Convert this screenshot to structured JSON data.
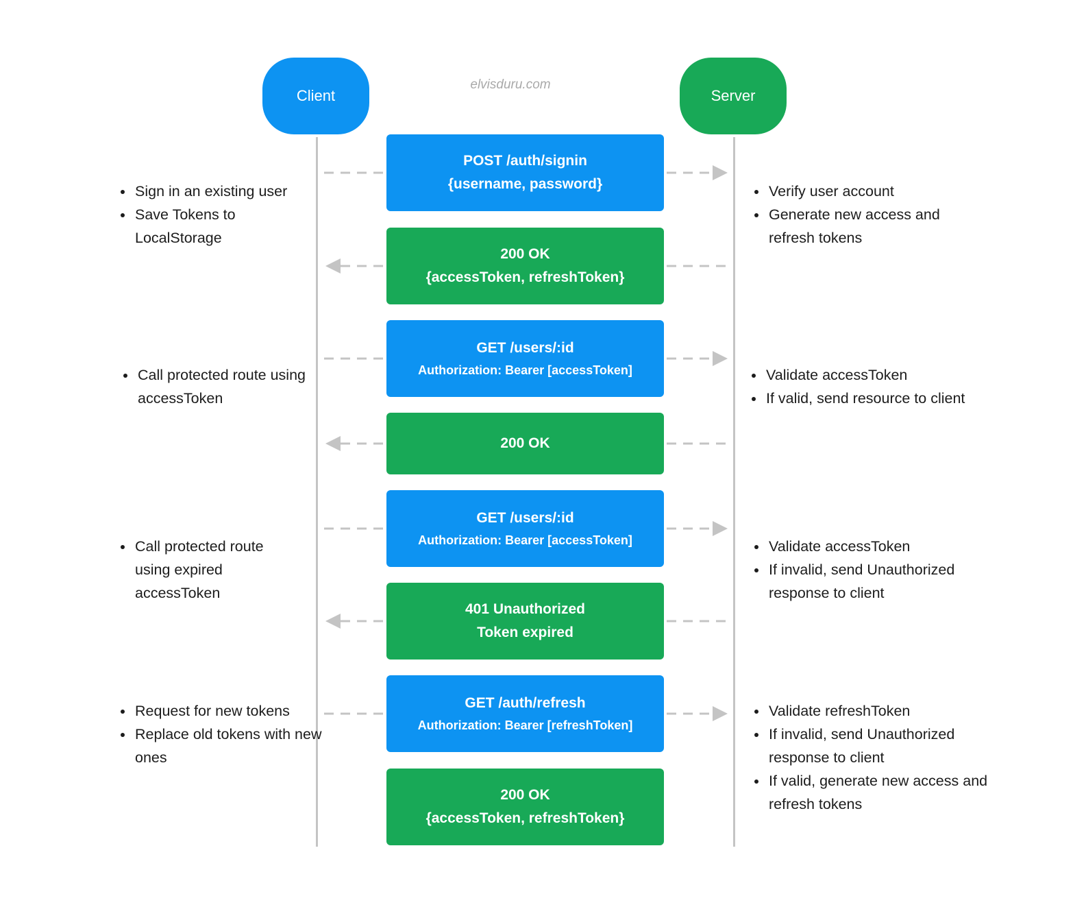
{
  "watermark": "elvisduru.com",
  "actors": {
    "client": "Client",
    "server": "Server"
  },
  "messages": [
    {
      "line1": "POST /auth/signin",
      "line2": "{username, password}"
    },
    {
      "line1": "200 OK",
      "line2": "{accessToken, refreshToken}"
    },
    {
      "line1": "GET /users/:id",
      "line2": "Authorization: Bearer [accessToken]"
    },
    {
      "line1": "200 OK"
    },
    {
      "line1": "GET /users/:id",
      "line2": "Authorization: Bearer [accessToken]"
    },
    {
      "line1": "401 Unauthorized",
      "line2": "Token expired"
    },
    {
      "line1": "GET /auth/refresh",
      "line2": "Authorization: Bearer [refreshToken]"
    },
    {
      "line1": "200 OK",
      "line2": "{accessToken, refreshToken}"
    }
  ],
  "client_notes": [
    [
      "Sign in an existing user",
      "Save Tokens to LocalStorage"
    ],
    [
      "Call protected route using accessToken"
    ],
    [
      "Call protected route using expired accessToken"
    ],
    [
      "Request for new tokens",
      "Replace old tokens with new ones"
    ]
  ],
  "server_notes": [
    [
      "Verify user account",
      "Generate new access and refresh tokens"
    ],
    [
      "Validate accessToken",
      "If valid, send resource to client"
    ],
    [
      "Validate accessToken",
      "If invalid, send Unauthorized response to client"
    ],
    [
      "Validate refreshToken",
      "If invalid, send Unauthorized response to client",
      "If valid, generate new access and refresh tokens"
    ]
  ],
  "colors": {
    "request": "#0d93f2",
    "response": "#18a957",
    "connector": "#c4c4c4"
  }
}
